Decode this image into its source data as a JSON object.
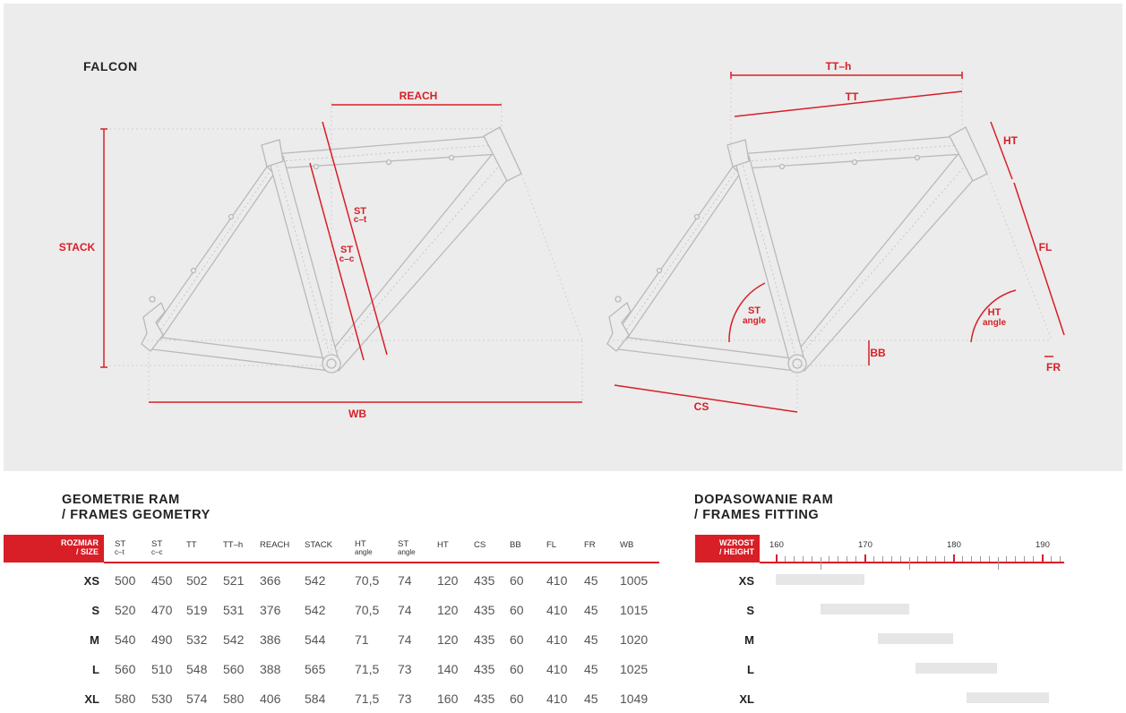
{
  "diagram": {
    "model_name": "FALCON",
    "labels": {
      "reach": "REACH",
      "stack": "STACK",
      "st_ct": "ST",
      "st_ct_sub": "c–t",
      "st_cc": "ST",
      "st_cc_sub": "c–c",
      "wb": "WB",
      "tt_h": "TT–h",
      "tt": "TT",
      "ht": "HT",
      "fl": "FL",
      "fr": "FR",
      "bb": "BB",
      "cs": "CS",
      "st_angle": "ST",
      "st_angle_sub": "angle",
      "ht_angle": "HT",
      "ht_angle_sub": "angle"
    },
    "colors": {
      "accent": "#d81e27",
      "frame_fill": "#ececec",
      "frame_stroke": "#b8b8b8",
      "background": "#ececec"
    }
  },
  "geometry": {
    "title_line1": "GEOMETRIE RAM",
    "title_line2": "/ FRAMES GEOMETRY",
    "size_header_line1": "ROZMIAR",
    "size_header_line2": "/ SIZE",
    "columns": [
      {
        "main": "ST",
        "sub": "c–t"
      },
      {
        "main": "ST",
        "sub": "c–c"
      },
      {
        "main": "TT",
        "sub": ""
      },
      {
        "main": "TT–h",
        "sub": ""
      },
      {
        "main": "REACH",
        "sub": ""
      },
      {
        "main": "STACK",
        "sub": ""
      },
      {
        "main": "HT",
        "sub": "angle"
      },
      {
        "main": "ST",
        "sub": "angle"
      },
      {
        "main": "HT",
        "sub": ""
      },
      {
        "main": "CS",
        "sub": ""
      },
      {
        "main": "BB",
        "sub": ""
      },
      {
        "main": "FL",
        "sub": ""
      },
      {
        "main": "FR",
        "sub": ""
      },
      {
        "main": "WB",
        "sub": ""
      }
    ],
    "rows": [
      {
        "size": "XS",
        "values": [
          "500",
          "450",
          "502",
          "521",
          "366",
          "542",
          "70,5",
          "74",
          "120",
          "435",
          "60",
          "410",
          "45",
          "1005"
        ]
      },
      {
        "size": "S",
        "values": [
          "520",
          "470",
          "519",
          "531",
          "376",
          "542",
          "70,5",
          "74",
          "120",
          "435",
          "60",
          "410",
          "45",
          "1015"
        ]
      },
      {
        "size": "M",
        "values": [
          "540",
          "490",
          "532",
          "542",
          "386",
          "544",
          "71",
          "74",
          "120",
          "435",
          "60",
          "410",
          "45",
          "1020"
        ]
      },
      {
        "size": "L",
        "values": [
          "560",
          "510",
          "548",
          "560",
          "388",
          "565",
          "71,5",
          "73",
          "140",
          "435",
          "60",
          "410",
          "45",
          "1025"
        ]
      },
      {
        "size": "XL",
        "values": [
          "580",
          "530",
          "574",
          "580",
          "406",
          "584",
          "71,5",
          "73",
          "160",
          "435",
          "60",
          "410",
          "45",
          "1049"
        ]
      }
    ]
  },
  "fitting": {
    "title_line1": "DOPASOWANIE RAM",
    "title_line2": "/ FRAMES FITTING",
    "height_header_line1": "WZROST",
    "height_header_line2": "/ HEIGHT",
    "axis_min": 159,
    "axis_max": 192,
    "axis_labels": [
      "160",
      "170",
      "180",
      "190"
    ],
    "rows": [
      {
        "size": "XS",
        "from": 160,
        "to": 170
      },
      {
        "size": "S",
        "from": 165,
        "to": 175
      },
      {
        "size": "M",
        "from": 171.5,
        "to": 180
      },
      {
        "size": "L",
        "from": 175.8,
        "to": 185
      },
      {
        "size": "XL",
        "from": 181.5,
        "to": 190.8
      }
    ]
  }
}
